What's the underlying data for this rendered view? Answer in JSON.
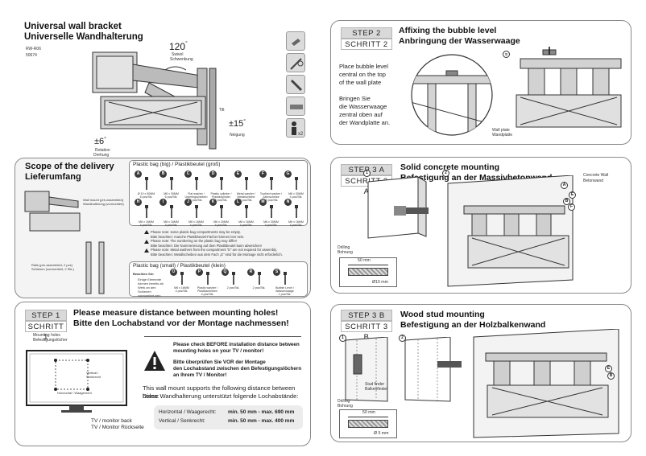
{
  "header": {
    "title_en": "Universal wall bracket",
    "title_de": "Universelle Wandhalterung",
    "model1": "RW-R06",
    "model2": "50674",
    "swivel_angle": "120",
    "swivel_deg": "°",
    "swivel_label_en": "Swivel",
    "swivel_label_de": "Schwenkung",
    "tilt_angle": "±15",
    "tilt_deg": "°",
    "tilt_label_en": "Tilt",
    "tilt_label_de": "Neigung",
    "rotation_angle": "±6",
    "rotation_deg": "°",
    "rotation_label_en": "Rotation",
    "rotation_label_de": "Drehung"
  },
  "scope": {
    "title_en": "Scope of the delivery",
    "title_de": "Lieferumfang",
    "wallmount_en": "Wall mount (pre-assembled)",
    "wallmount_de": "Wandhalterung (vormontiert)",
    "rails_en": "Rails (pre-assembled, 2 pcs)",
    "rails_de": "Schienen (vormontiert, 2 Stk.)",
    "bag_big_title": "Plastic bag (big) / Plastikbeutel (groß)",
    "bag_big_items": [
      {
        "letter": "A",
        "desc": "Ø 10 x 90MM",
        "qty": "6 pcs/Stk."
      },
      {
        "letter": "B",
        "desc": "M8 x 30MM",
        "qty": "6 pcs/Stk."
      },
      {
        "letter": "C",
        "desc": "Flat washer / Unterlegscheiben",
        "qty": "6 pcs/Stk."
      },
      {
        "letter": "D",
        "desc": "Plastic cylinder / Plastikzylinder",
        "qty": "6 pcs/Stk."
      },
      {
        "letter": "E",
        "desc": "Metal washer / Metallscheibe",
        "qty": "6 pcs/Stk."
      },
      {
        "letter": "F",
        "desc": "Toothed washer / Zahnscheibe",
        "qty": "16 pcs/Stk."
      },
      {
        "letter": "G",
        "desc": "M6 x 30MM",
        "qty": "4 pcs/Stk."
      },
      {
        "letter": "H",
        "desc": "M6 x 16MM",
        "qty": "4 pcs/Stk."
      },
      {
        "letter": "I",
        "desc": "M8 x 16MM",
        "qty": "4 pcs/Stk."
      },
      {
        "letter": "J",
        "desc": "M6 x 16MM",
        "qty": "4 pcs/Stk."
      },
      {
        "letter": "K",
        "desc": "M6 x 20MM",
        "qty": "4 pcs/Stk."
      },
      {
        "letter": "L",
        "desc": "M8 x 16MM",
        "qty": "4 pcs/Stk."
      },
      {
        "letter": "M",
        "desc": "M8 x 30MM",
        "qty": "4 pcs/Stk."
      },
      {
        "letter": "N",
        "desc": "M6 x 16MM",
        "qty": "4 pcs/Stk."
      }
    ],
    "notes": [
      "Please note: some plastic bag compartments may be empty.",
      "Bitte beachten: manche Plastikbeutel-Fächer können leer sein.",
      "Please note: The numbering on the plastic bag may differ!",
      "Bitte beachten: Die Nummerierung auf dem Plastikbeutel kann abweichen!",
      "Please note: Metal washers from the compartment \"E\" are not required for assembly.",
      "Bitte beachten: Metallscheiben aus dem Fach „E“ sind für die Montage nicht erforderlich."
    ],
    "bag_small_title": "Plastic bag (small) / Plastikbeutel (klein)",
    "bag_small_note_title": "Beachten Sie:",
    "bag_small_note": "Einige Elemente können bereits ab Werk an den Schienen vormontiert sein.",
    "bag_small_items": [
      {
        "letter": "O",
        "desc": "M6 x 16MM",
        "qty": "4 pcs/Stk."
      },
      {
        "letter": "P",
        "desc": "Plastic washer / Plastikscheiben",
        "qty": "4 pcs/Stk."
      },
      {
        "letter": "Q",
        "desc": "",
        "qty": "2 pcs/Stk."
      },
      {
        "letter": "R",
        "desc": "",
        "qty": "2 pcs/Stk."
      },
      {
        "letter": "S",
        "desc": "Bubble Level / Wasserwaage",
        "qty": "1 pcs/Stk."
      }
    ]
  },
  "step1": {
    "label": "STEP 1",
    "label_de": "SCHRITT 1",
    "title_en": "Please measure distance between mounting holes!",
    "title_de": "Bitte den Lochabstand vor der Montage nachmessen!",
    "holes_en": "Mounting holes",
    "holes_de": "Befestigungslöcher",
    "vertical_en": "Vertical /",
    "vertical_de": "Senkrecht",
    "horizontal": "Horizontal / Waagerecht",
    "tv_back_en": "TV / monitor back",
    "tv_back_de": "TV / Monitor Rückseite",
    "warn_en1": "Please check BEFORE installation distance between",
    "warn_en2": "mounting holes on your TV / monitor!",
    "warn_de1": "Bitte überprüfen Sie VOR der Montage",
    "warn_de2": "den Lochabstand zwischen den Befestigungslöchern",
    "warn_de3": "an Ihrem TV / Monitor!",
    "support_en": "This wall mount supports the following distance between holes:",
    "support_de": "Diese Wandhalterung unterstützt folgende Lochabstände:",
    "row1_label": "Horizontal / Waagerecht:",
    "row1_value": "min. 50 mm - max. 690 mm",
    "row2_label": "Vertical / Senkrecht:",
    "row2_value": "min. 50 mm - max. 400 mm"
  },
  "step2": {
    "label": "STEP 2",
    "label_de": "SCHRITT 2",
    "title_en": "Affixing the bubble level",
    "title_de": "Anbringung der Wasserwaage",
    "text_en1": "Place bubble level",
    "text_en2": "central on the top",
    "text_en3": "of the wall plate",
    "text_de1": "Bringen Sie",
    "text_de2": "die Wasserwaage",
    "text_de3": "zentral oben auf",
    "text_de4": "der Wandplatte an.",
    "plate_en": "Wall plate",
    "plate_de": "Wandplatte",
    "marker": "S"
  },
  "step3a": {
    "label": "STEP 3 A",
    "label_de": "SCHRITT 3 A",
    "title_en": "Solid concrete mounting",
    "title_de": "Befestigung an der Massivbetonwand",
    "wall_en": "Concrete Wall",
    "wall_de": "Betonwand",
    "drill_en": "Drilling",
    "drill_de": "Bohrung",
    "depth": "50 mm",
    "dia": "Ø10 mm",
    "n1": "1",
    "n2": "2",
    "marks": [
      "A",
      "E",
      "B",
      "F"
    ]
  },
  "step3b": {
    "label": "STEP 3 B",
    "label_de": "SCHRITT 3 B",
    "title_en": "Wood stud mounting",
    "title_de": "Befestigung an der Holzbalkenwand",
    "finder_en": "Stud finder",
    "finder_de": "Balkenfinder",
    "drill_en": "Drilling",
    "drill_de": "Bohrung",
    "depth": "50 mm",
    "dia": "Ø 5 mm",
    "n1": "1",
    "n2": "2",
    "marks": [
      "E",
      "B"
    ]
  }
}
